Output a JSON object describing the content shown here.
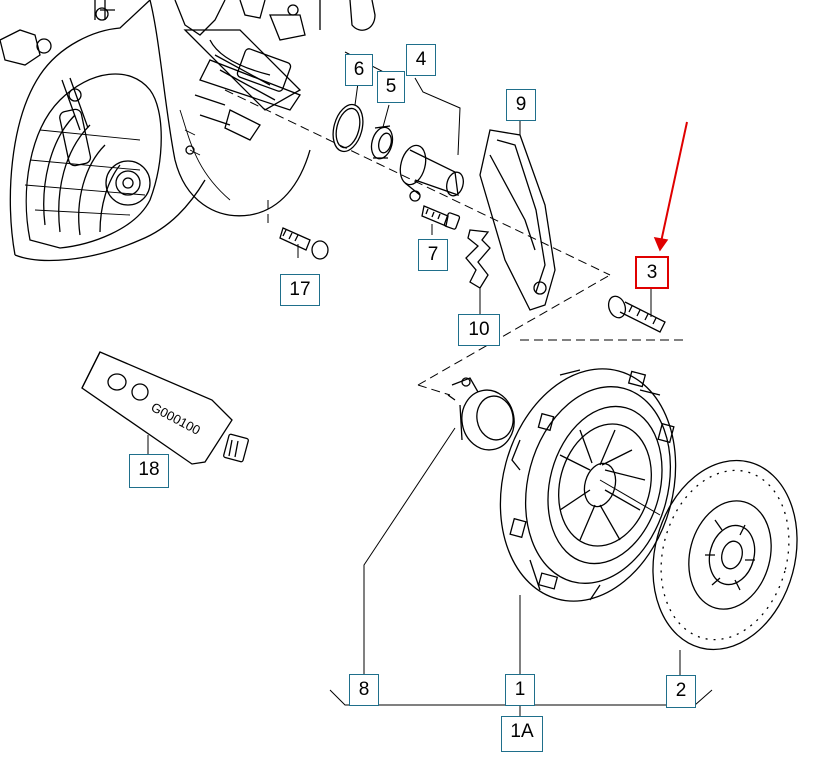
{
  "callouts": {
    "c1": "1",
    "c1a": "1A",
    "c2": "2",
    "c3": "3",
    "c4": "4",
    "c5": "5",
    "c6": "6",
    "c7": "7",
    "c8": "8",
    "c9": "9",
    "c10": "10",
    "c17": "17",
    "c18": "18"
  },
  "tube_label": "G000100",
  "selected_callout": "3",
  "colors": {
    "callout_border": "#1f6f8b",
    "selected_border": "#e00000",
    "arrow": "#e00000",
    "line_art": "#000000"
  }
}
